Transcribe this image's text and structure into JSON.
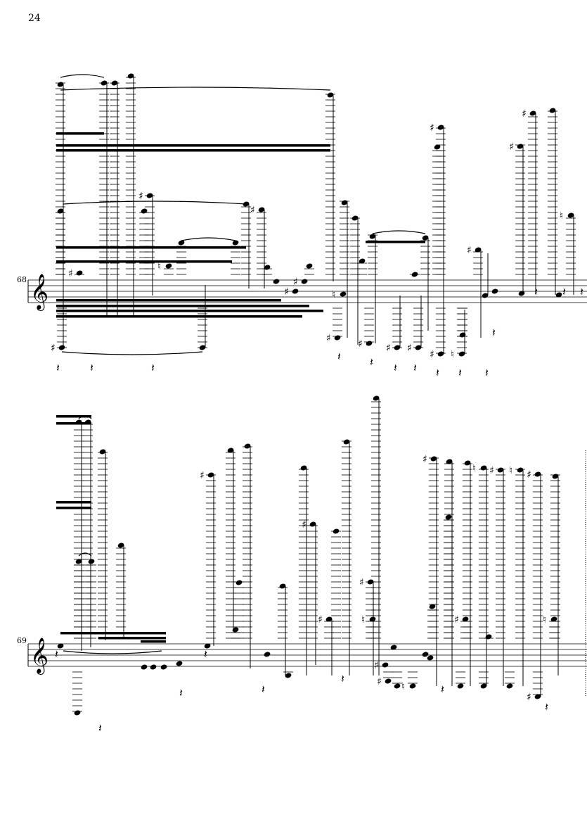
{
  "page": {
    "number": "24"
  },
  "systems": [
    {
      "measure_number": "68",
      "clef": "treble"
    },
    {
      "measure_number": "69",
      "clef": "treble"
    }
  ]
}
